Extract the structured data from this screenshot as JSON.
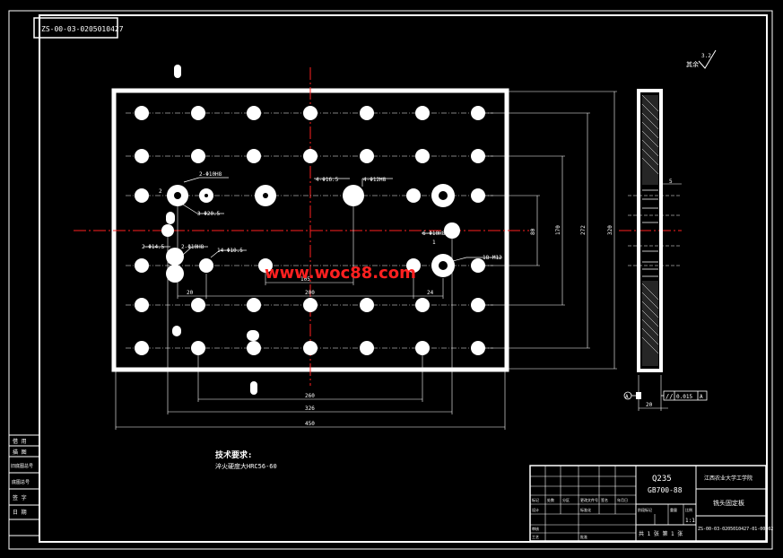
{
  "drawing_number_top": "ZS-00-03-0205010427",
  "surface_finish_note": {
    "label": "其余",
    "value": "3.2"
  },
  "plate_annotations": {
    "hole_a": "2-Φ10H8",
    "hole_b": "3-Φ20.5",
    "hole_c": "4-Φ16.5",
    "hole_d": "4-Φ12H8",
    "hole_e": "2-Φ14.5",
    "hole_f": "2-Φ10H8",
    "hole_g": "14-Φ10.5",
    "hole_h": "6-Φ10H8",
    "hole_i": "18-M12",
    "dim_2": "2",
    "dim_1": "1"
  },
  "dimensions": {
    "d_105": "105",
    "d_200": "200",
    "d_20": "20",
    "d_24": "24",
    "d_260": "260",
    "d_326": "326",
    "d_450": "450",
    "d_80": "80",
    "d_170": "170",
    "d_272": "272",
    "d_320": "320",
    "d_side_5": "5",
    "d_side_20": "20"
  },
  "geometric_tolerance": {
    "symbol": "//",
    "value": "0.015",
    "datum": "A",
    "datum_label": "A"
  },
  "watermark": "www.woc88.com",
  "technical_requirements": {
    "title": "技术要求:",
    "line1": "淬火硬度大HRC56-60"
  },
  "title_block": {
    "material": "Q235",
    "standard": "GB700-88",
    "school": "江西农业大学工学院",
    "part_name": "铣头固定板",
    "drawing_code": "ZS-00-03-0205010427-01-00-02",
    "sheet_info": "共 1 张   第 1 张",
    "scale": "1:1",
    "cells": {
      "c1": "标记",
      "c2": "处数",
      "c3": "分区",
      "c4": "更改文件号",
      "c5": "签名",
      "c6": "年月日",
      "c7": "设计",
      "c8": "标准化",
      "c9": "阶段标记",
      "c10": "重量",
      "c11": "比例",
      "c12": "审核",
      "c13": "工艺",
      "c14": "批准"
    }
  },
  "left_margin_labels": [
    "借 用",
    "描 图",
    "旧底图总号",
    "底图总号",
    "签 字",
    "日 期"
  ]
}
